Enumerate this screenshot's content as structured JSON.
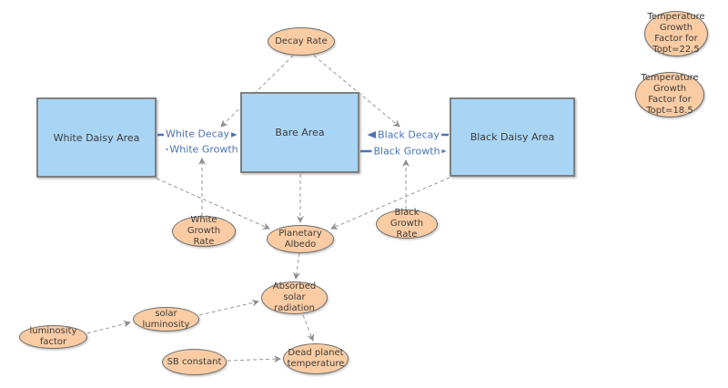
{
  "diagram": {
    "kind": "stock-and-flow system diagram",
    "background": "#ffffff"
  },
  "colors": {
    "stock_fill": "#a9d5f5",
    "stock_border": "#7f7f7f",
    "variable_fill": "#fbcca3",
    "variable_border": "#6e6e6e",
    "flow_color": "#4a72ba",
    "connector_color": "#999999",
    "node_text": "#3b3b3b"
  },
  "stocks": [
    {
      "id": "white-daisy-area",
      "label": "White Daisy Area"
    },
    {
      "id": "bare-area",
      "label": "Bare Area"
    },
    {
      "id": "black-daisy-area",
      "label": "Black Daisy Area"
    }
  ],
  "flows": [
    {
      "id": "white-decay",
      "label": "White Decay",
      "from": "White Daisy Area",
      "to": "Bare Area"
    },
    {
      "id": "white-growth",
      "label": "White Growth",
      "from": "Bare Area",
      "to": "White Daisy Area"
    },
    {
      "id": "black-decay",
      "label": "Black Decay",
      "from": "Black Daisy Area",
      "to": "Bare Area"
    },
    {
      "id": "black-growth",
      "label": "Black Growth",
      "from": "Bare Area",
      "to": "Black Daisy Area"
    }
  ],
  "variables": [
    {
      "id": "decay-rate",
      "label": "Decay Rate"
    },
    {
      "id": "white-growth-rate",
      "label": "White Growth Rate"
    },
    {
      "id": "black-growth-rate",
      "label": "Black Growth Rate"
    },
    {
      "id": "planetary-albedo",
      "label": "Planetary Albedo"
    },
    {
      "id": "absorbed-solar-radiation",
      "label": "Absorbed solar radiation"
    },
    {
      "id": "solar-luminosity",
      "label": "solar luminosity"
    },
    {
      "id": "luminosity-factor",
      "label": "luminosity factor"
    },
    {
      "id": "sb-constant",
      "label": "SB constant"
    },
    {
      "id": "dead-planet-temperature",
      "label": "Dead planet temperature"
    },
    {
      "id": "temp-growth-factor-22-5",
      "label": "Temperature Growth Factor for Topt=22.5"
    },
    {
      "id": "temp-growth-factor-18-5",
      "label": "Temperature Growth Factor for Topt=18.5"
    }
  ],
  "connectors": [
    {
      "from": "Decay Rate",
      "to": "White Decay"
    },
    {
      "from": "Decay Rate",
      "to": "Black Decay"
    },
    {
      "from": "White Growth Rate",
      "to": "White Growth"
    },
    {
      "from": "Black Growth Rate",
      "to": "Black Growth"
    },
    {
      "from": "White Daisy Area",
      "to": "Planetary Albedo"
    },
    {
      "from": "Bare Area",
      "to": "Planetary Albedo"
    },
    {
      "from": "Black Daisy Area",
      "to": "Planetary Albedo"
    },
    {
      "from": "Planetary Albedo",
      "to": "Absorbed solar radiation"
    },
    {
      "from": "solar luminosity",
      "to": "Absorbed solar radiation"
    },
    {
      "from": "luminosity factor",
      "to": "solar luminosity"
    },
    {
      "from": "SB constant",
      "to": "Dead planet temperature"
    },
    {
      "from": "Absorbed solar radiation",
      "to": "Dead planet temperature"
    }
  ]
}
